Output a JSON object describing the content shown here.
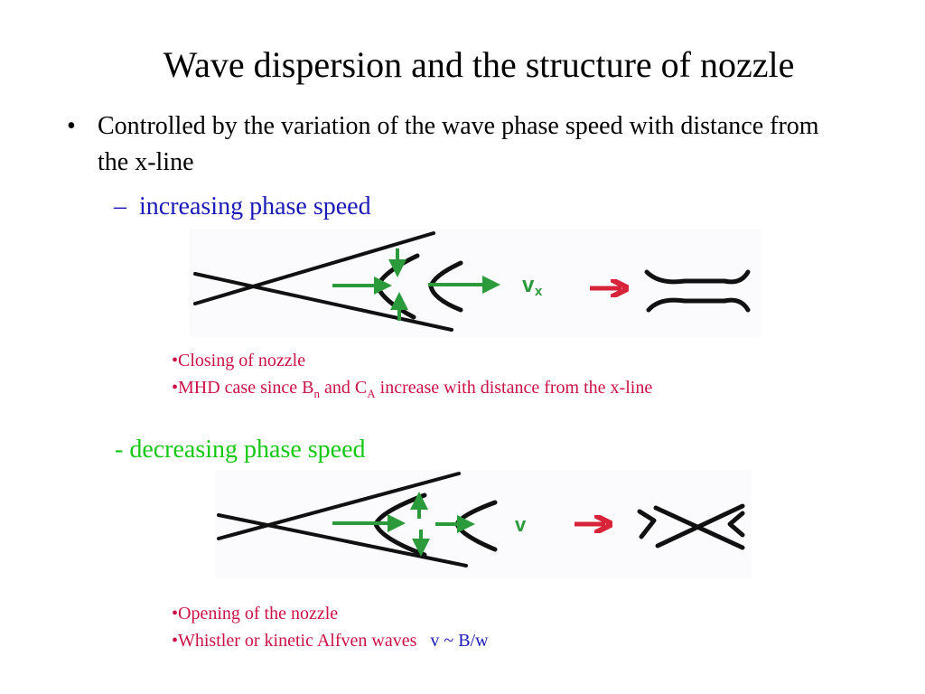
{
  "slide": {
    "title": "Wave dispersion and the structure of nozzle",
    "bullet": {
      "marker": "•",
      "text": "Controlled by the variation of the wave phase speed with distance from the x-line"
    },
    "case_increasing": {
      "marker": "–",
      "label": "increasing phase speed",
      "label_color": "#1a1ab8",
      "figure_label": "vx",
      "notes": {
        "closing": "•Closing of nozzle",
        "mhd_pre": "•MHD case since B",
        "mhd_sub1": "n",
        "mhd_mid": " and C",
        "mhd_sub2": "A",
        "mhd_post": " increase with distance from the x-line"
      }
    },
    "case_decreasing": {
      "label": "- decreasing phase speed",
      "label_color": "#14c814",
      "figure_label": "v",
      "notes": {
        "opening": "•Opening of the nozzle",
        "whistler": "•Whistler or kinetic Alfven waves",
        "relation": "v ~ B/w"
      }
    },
    "colors": {
      "note_text": "#cc1144",
      "blue_text": "#1a1ab8",
      "green_arrow": "#2a9a3a",
      "red_arrow": "#d8243a",
      "ink": "#111111"
    }
  }
}
